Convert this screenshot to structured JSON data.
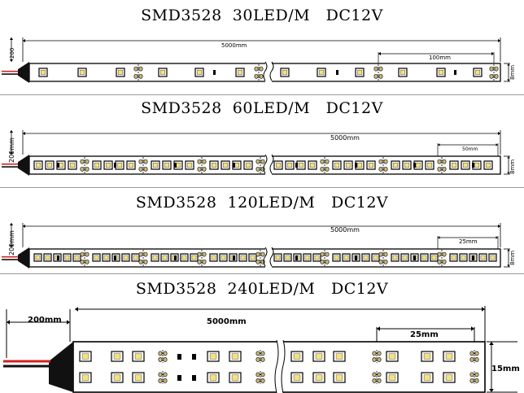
{
  "variants": [
    {
      "title": "SMD3528  30LED/M   DC12V",
      "length_label": "5000mm",
      "wire_label": "200",
      "width_label": "8mm",
      "pitch_label": "100mm",
      "rows": 1,
      "segment_leds": 3
    },
    {
      "title": "SMD3528  60LED/M   DC12V",
      "length_label": "5000mm",
      "wire_label": "200mm",
      "width_label": "8mm",
      "pitch_label": "50mm",
      "rows": 1,
      "segment_leds": 3
    },
    {
      "title": "SMD3528  120LED/M   DC12V",
      "length_label": "5000mm",
      "wire_label": "200mm",
      "width_label": "8mm",
      "pitch_label": "25mm",
      "rows": 1,
      "segment_leds": 3
    },
    {
      "title": "SMD3528  240LED/M   DC12V",
      "length_label": "5000mm",
      "wire_label": "200mm",
      "width_label": "15mm",
      "pitch_label": "25mm",
      "rows": 2,
      "segment_leds": 3
    }
  ],
  "colors": {
    "strip_border": "#000000",
    "led_body": "#ffffff",
    "led_chip": "#f5e27a",
    "resistor": "#c9b87a",
    "wire_red": "#d42020",
    "wire_black": "#111111",
    "connector": "#111111"
  }
}
